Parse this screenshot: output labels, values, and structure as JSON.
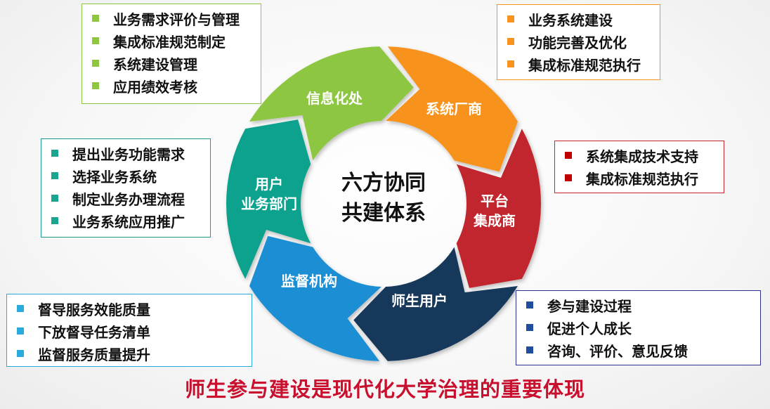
{
  "center": {
    "line1": "六方协同",
    "line2": "共建体系"
  },
  "segments": [
    {
      "label_lines": [
        "信息化处"
      ],
      "color": "#8dc63f"
    },
    {
      "label_lines": [
        "系统厂商"
      ],
      "color": "#f7931e"
    },
    {
      "label_lines": [
        "平台",
        "集成商"
      ],
      "color": "#c1272d"
    },
    {
      "label_lines": [
        "师生用户"
      ],
      "color": "#16375a"
    },
    {
      "label_lines": [
        "监督机构"
      ],
      "color": "#1b8fd4"
    },
    {
      "label_lines": [
        "用户",
        "业务部门"
      ],
      "color": "#11a28d"
    }
  ],
  "boxes": {
    "xinxi": {
      "color": "#8dc63f",
      "items": [
        "业务需求评价与管理",
        "集成标准规范制定",
        "系统建设管理",
        "应用绩效考核"
      ]
    },
    "xitong": {
      "color": "#f7931e",
      "items": [
        "业务系统建设",
        "功能完善及优化",
        "集成标准规范执行"
      ]
    },
    "pingtai": {
      "color": "#c00000",
      "items": [
        "系统集成技术支持",
        "集成标准规范执行"
      ]
    },
    "yonghu": {
      "color": "#1aa593",
      "items": [
        "提出业务功能需求",
        "选择业务系统",
        "制定业务办理流程",
        "业务系统应用推广"
      ]
    },
    "jiandu": {
      "color": "#29abe2",
      "items": [
        "督导服务效能质量",
        "下放督导任务清单",
        "监督服务质量提升"
      ]
    },
    "shisheng": {
      "color": "#1f4e9c",
      "items": [
        "参与建设过程",
        "促进个人成长",
        "咨询、评价、意见反馈"
      ]
    }
  },
  "footer": "师生参与建设是现代化大学治理的重要体现"
}
